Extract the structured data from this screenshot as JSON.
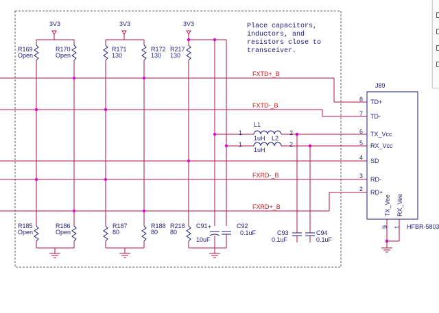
{
  "note": [
    "Place capacitors,",
    "inductors, and",
    "resistors close to",
    "transceiver."
  ],
  "power": {
    "label": "3V3"
  },
  "resistors_top": [
    {
      "ref": "R169",
      "value": "Open"
    },
    {
      "ref": "R170",
      "value": "Open"
    },
    {
      "ref": "R171",
      "value": "130"
    },
    {
      "ref": "R172",
      "value": "130"
    },
    {
      "ref": "R217",
      "value": "130"
    }
  ],
  "resistors_bottom": [
    {
      "ref": "R185",
      "value": "Open"
    },
    {
      "ref": "R186",
      "value": "Open"
    },
    {
      "ref": "R187",
      "value": "80"
    },
    {
      "ref": "R188",
      "value": "80"
    },
    {
      "ref": "R218",
      "value": "80"
    }
  ],
  "nets": {
    "fxtd_p": "FXTD+_B",
    "fxtd_n": "FXTD-_B",
    "fxrd_n": "FXRD-_B",
    "fxrd_p": "FXRD+_B"
  },
  "inductors": [
    {
      "ref": "L1",
      "value": "1uH",
      "pin1": "1",
      "pin2": "2"
    },
    {
      "ref": "L2",
      "value": "1uH",
      "pin1": "1",
      "pin2": "2"
    }
  ],
  "capacitors": [
    {
      "ref": "C91",
      "value": "10uF",
      "polarity": "+"
    },
    {
      "ref": "C92",
      "value": "0.1uF"
    },
    {
      "ref": "C93",
      "value": "0.1uF"
    },
    {
      "ref": "C94",
      "value": "0.1uF"
    }
  ],
  "connector": {
    "ref": "J89",
    "part": "HFBR-5803",
    "pins": [
      {
        "num": "8",
        "name": "TD+"
      },
      {
        "num": "7",
        "name": "TD-"
      },
      {
        "num": "6",
        "name": "TX_Vcc"
      },
      {
        "num": "5",
        "name": "RX_Vcc"
      },
      {
        "num": "4",
        "name": "SD"
      },
      {
        "num": "3",
        "name": "RD-"
      },
      {
        "num": "2",
        "name": "RD+"
      }
    ],
    "bottom_pins": [
      {
        "num": "9",
        "name": "TX_Vee"
      },
      {
        "num": "1",
        "name": "RX_Vee"
      }
    ]
  },
  "colors": {
    "wire": "#b3124a",
    "component": "#1a1a80",
    "net_label": "#d01818",
    "junction": "#e000e0"
  }
}
